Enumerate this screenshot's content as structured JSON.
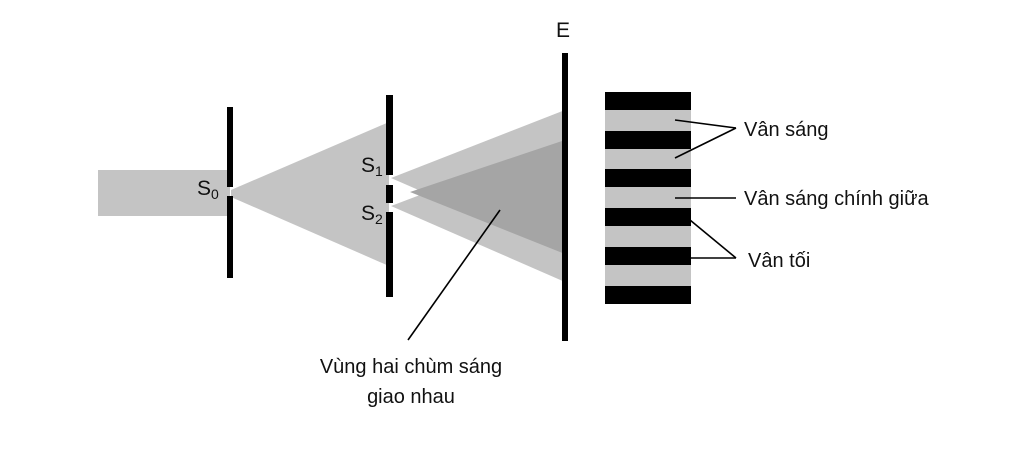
{
  "labels": {
    "screen": "E",
    "source_slit": "S",
    "source_slit_sub": "0",
    "slit1": "S",
    "slit1_sub": "1",
    "slit2": "S",
    "slit2_sub": "2",
    "bright_fringes": "Vân sáng",
    "central_bright_fringe": "Vân sáng chính giữa",
    "dark_fringes": "Vân tối",
    "overlap_region_line1": "Vùng hai chùm sáng",
    "overlap_region_line2": "giao nhau"
  },
  "colors": {
    "beam": "#c4c4c4",
    "overlap": "#a5a5a5",
    "barrier": "#000000",
    "fringe_dark": "#000000",
    "fringe_bright": "#c4c4c4",
    "background": "#ffffff"
  }
}
